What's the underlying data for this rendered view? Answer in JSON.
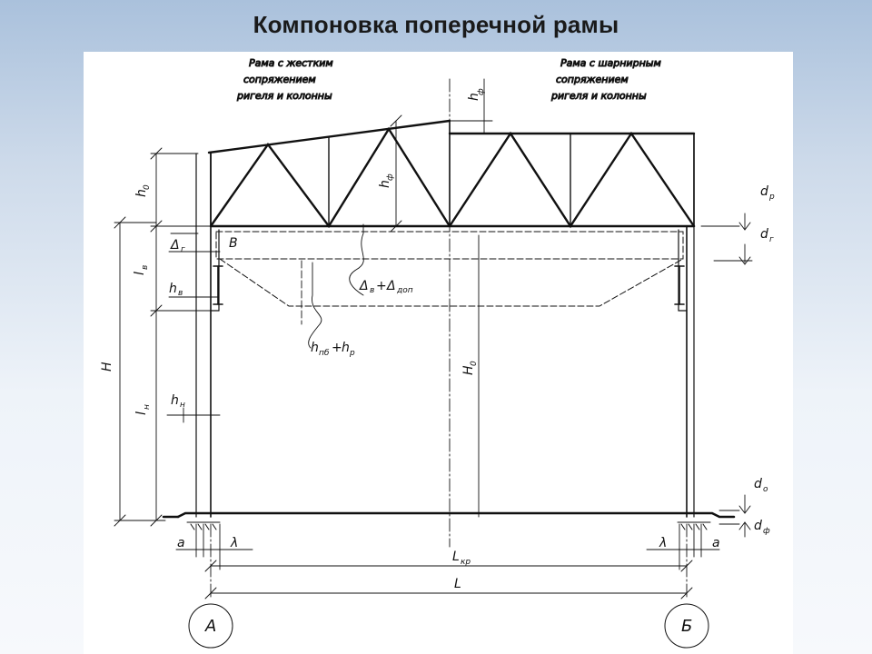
{
  "title": "Компоновка поперечной рамы",
  "notes": {
    "left": [
      "Рама с жестким",
      "сопряжением",
      "ригеля и колонны"
    ],
    "right": [
      "Рама с шарнирным",
      "сопряжением",
      "ригеля и колонны"
    ]
  },
  "labels": {
    "h_f_top": "h",
    "h_f_top_sub": "ф",
    "h_0": "h",
    "h_0_sub": "0",
    "h_f_mid": "h",
    "h_f_mid_sub": "ф",
    "l_v": "l",
    "l_v_sub": "в",
    "h_v": "h",
    "h_v_sub": "в",
    "delta_g": "Δ",
    "delta_g_sub": "г",
    "B": "B",
    "delta_sum_a": "Δ",
    "delta_sum_a_sub": "в",
    "delta_sum_plus": "+",
    "delta_sum_b": "Δ",
    "delta_sum_b_sub": "доп",
    "h_pb_a": "h",
    "h_pb_a_sub": "пб",
    "h_pb_plus": "+",
    "h_pb_b": "h",
    "h_pb_b_sub": "р",
    "H": "H",
    "H_0": "H",
    "H_0_sub": "0",
    "l_n": "l",
    "l_n_sub": "н",
    "h_n": "h",
    "h_n_sub": "н",
    "d_p": "d",
    "d_p_sub": "р",
    "d_g": "d",
    "d_g_sub": "г",
    "d_o": "d",
    "d_o_sub": "о",
    "d_f": "d",
    "d_f_sub": "ф",
    "a_left": "a",
    "lambda_left": "λ",
    "a_right": "a",
    "lambda_right": "λ",
    "L_kr": "L",
    "L_kr_sub": "кр",
    "L": "L",
    "axis_A": "А",
    "axis_B": "Б"
  }
}
